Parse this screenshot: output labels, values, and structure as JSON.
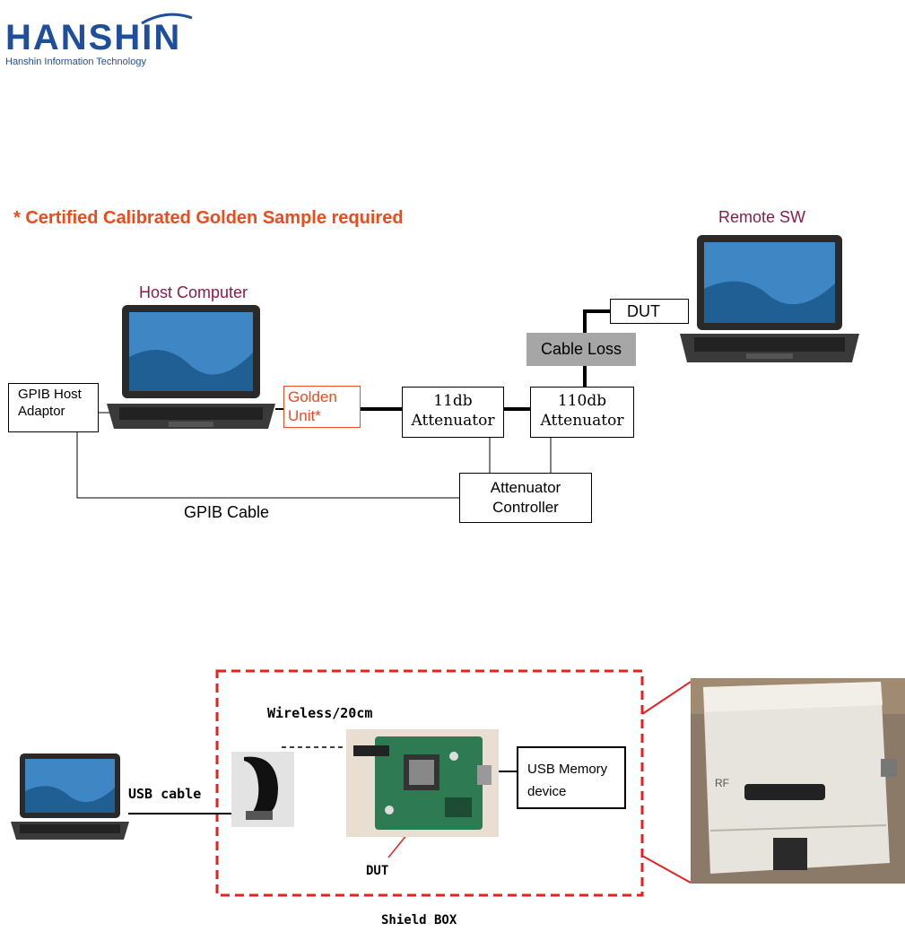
{
  "logo": {
    "name": "HANSHIN",
    "tagline": "Hanshin Information Technology"
  },
  "top_diagram": {
    "note": "* Certified Calibrated Golden Sample required",
    "host_computer": "Host Computer",
    "remote_sw": "Remote SW",
    "gpib_host_adaptor": "GPIB Host Adaptor",
    "golden_unit": "Golden Unit*",
    "attenuator_11": "11db Attenuator",
    "attenuator_110": "110db Attenuator",
    "attenuator_controller": "Attenuator Controller",
    "cable_loss": "Cable Loss",
    "dut": "DUT",
    "gpib_cable": "GPIB Cable"
  },
  "bottom_diagram": {
    "usb_cable": "USB cable",
    "wireless": "Wireless/20cm",
    "usb_memory": "USB Memory device",
    "dut": "DUT",
    "shield_box": "Shield BOX",
    "box_tag": "RF"
  },
  "colors": {
    "logo_blue": "#1f4e9c",
    "note_orange": "#f04a1a",
    "label_maroon": "#8e1a4a",
    "golden_red": "#f04a1a",
    "cable_loss_gray": "#a6a6a6",
    "shield_red": "#e8211f"
  }
}
